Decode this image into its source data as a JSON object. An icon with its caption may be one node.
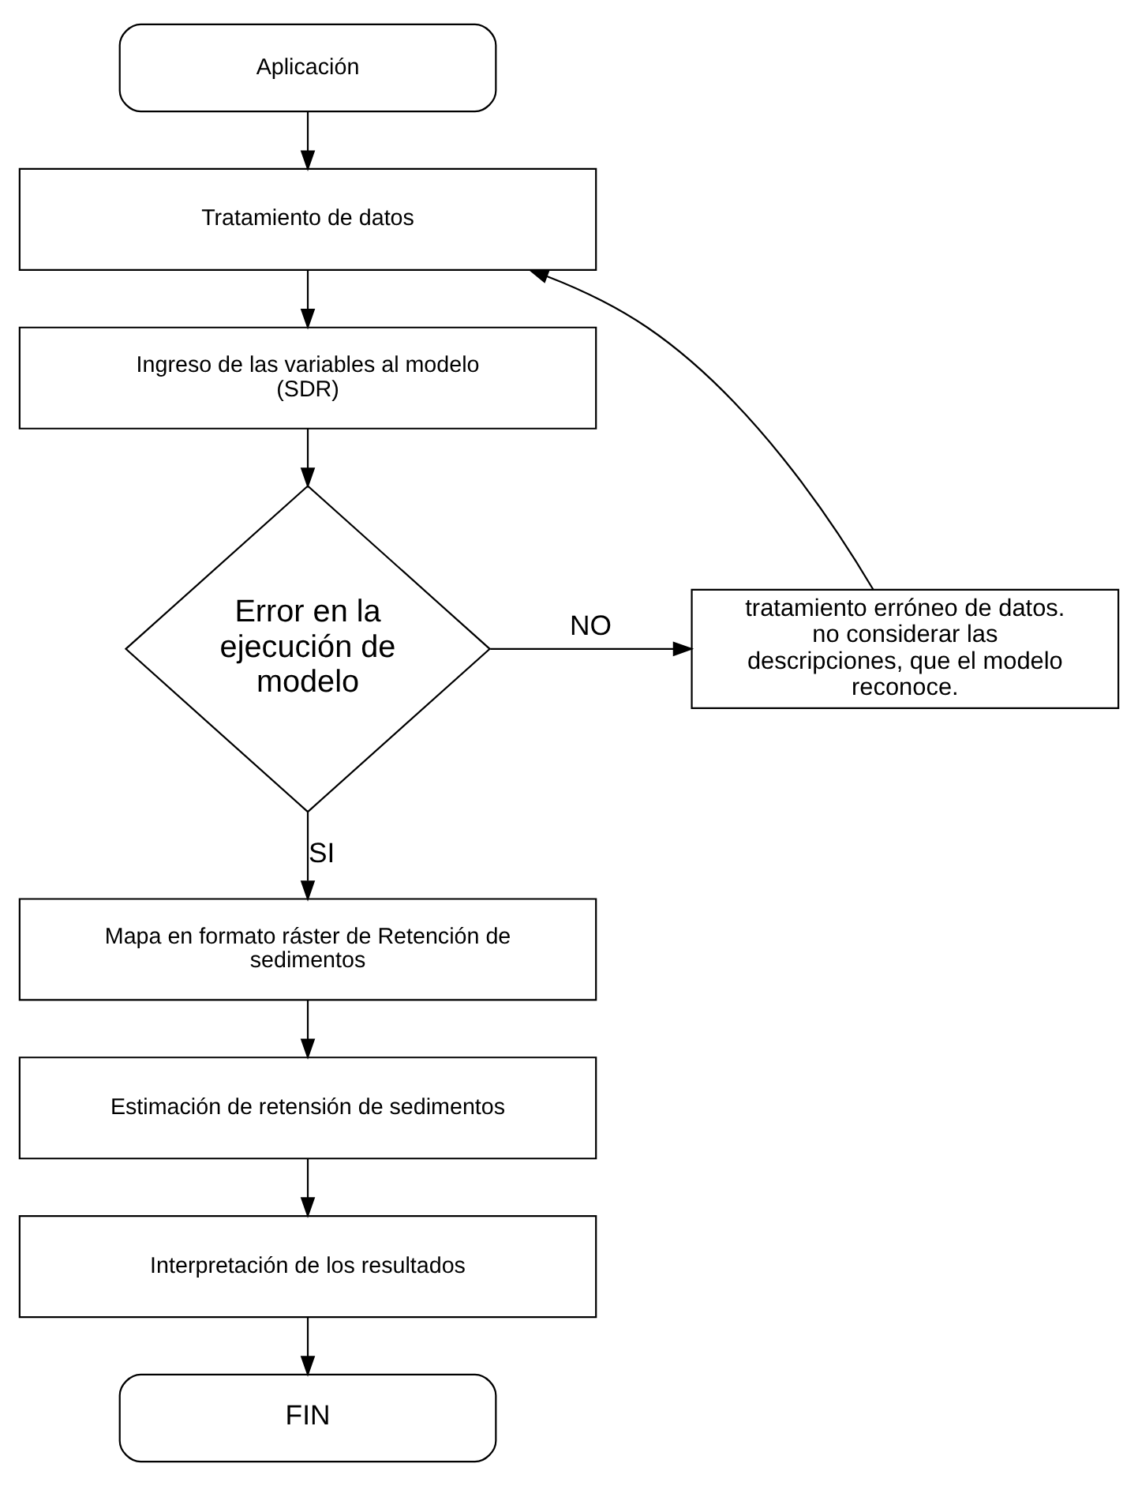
{
  "diagram": {
    "nodes": [
      {
        "text": [
          "Aplicación"
        ]
      },
      {
        "text": [
          "Tratamiento de datos"
        ]
      },
      {
        "text": [
          "Ingreso de las variables al modelo (SDR)"
        ]
      },
      {
        "text": [
          "Error en la ejecución de modelo"
        ]
      },
      {
        "text": [
          "tratamiento erróneo de datos. no considerar las descripciones, que el modelo reconoce."
        ]
      },
      {
        "text": [
          "Mapa en formato ráster de Retención de sedimentos"
        ]
      },
      {
        "text": [
          "Estimación de retensión de sedimentos"
        ]
      },
      {
        "text": [
          "Interpretación de los resultados"
        ]
      },
      {
        "text": [
          "FIN"
        ]
      }
    ],
    "edges": [
      {
        "from": 0,
        "to": 1,
        "arrow": "to"
      },
      {
        "from": 1,
        "to": 2,
        "arrow": "to"
      },
      {
        "from": 2,
        "to": 3,
        "arrow": "to"
      },
      {
        "from": 3,
        "to": 4,
        "arrow": "to",
        "label": "NO"
      },
      {
        "from": 4,
        "to": 1,
        "arrow": "to"
      },
      {
        "from": 3,
        "to": 5,
        "arrow": "to",
        "label": "SI"
      },
      {
        "from": 5,
        "to": 6,
        "arrow": "to"
      },
      {
        "from": 6,
        "to": 7,
        "arrow": "to"
      },
      {
        "from": 7,
        "to": 8,
        "arrow": "to"
      }
    ]
  }
}
